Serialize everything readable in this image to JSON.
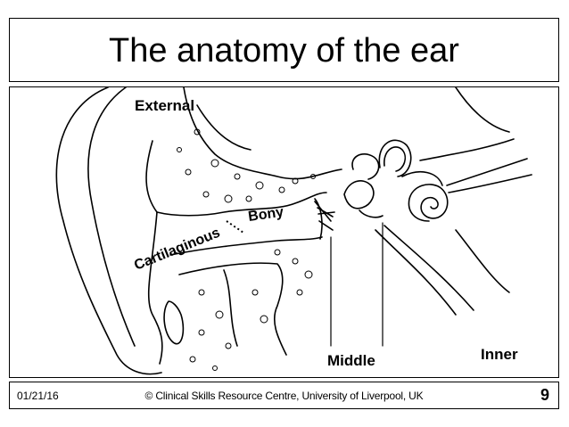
{
  "slide": {
    "title": "The anatomy of the ear"
  },
  "diagram": {
    "labels": {
      "external": "External",
      "bony": "Bony",
      "cartilaginous": "Cartilaginous",
      "middle": "Middle",
      "inner": "Inner"
    }
  },
  "footer": {
    "date": "01/21/16",
    "copyright": "© Clinical Skills Resource Centre, University of Liverpool, UK",
    "page_number": "9"
  }
}
